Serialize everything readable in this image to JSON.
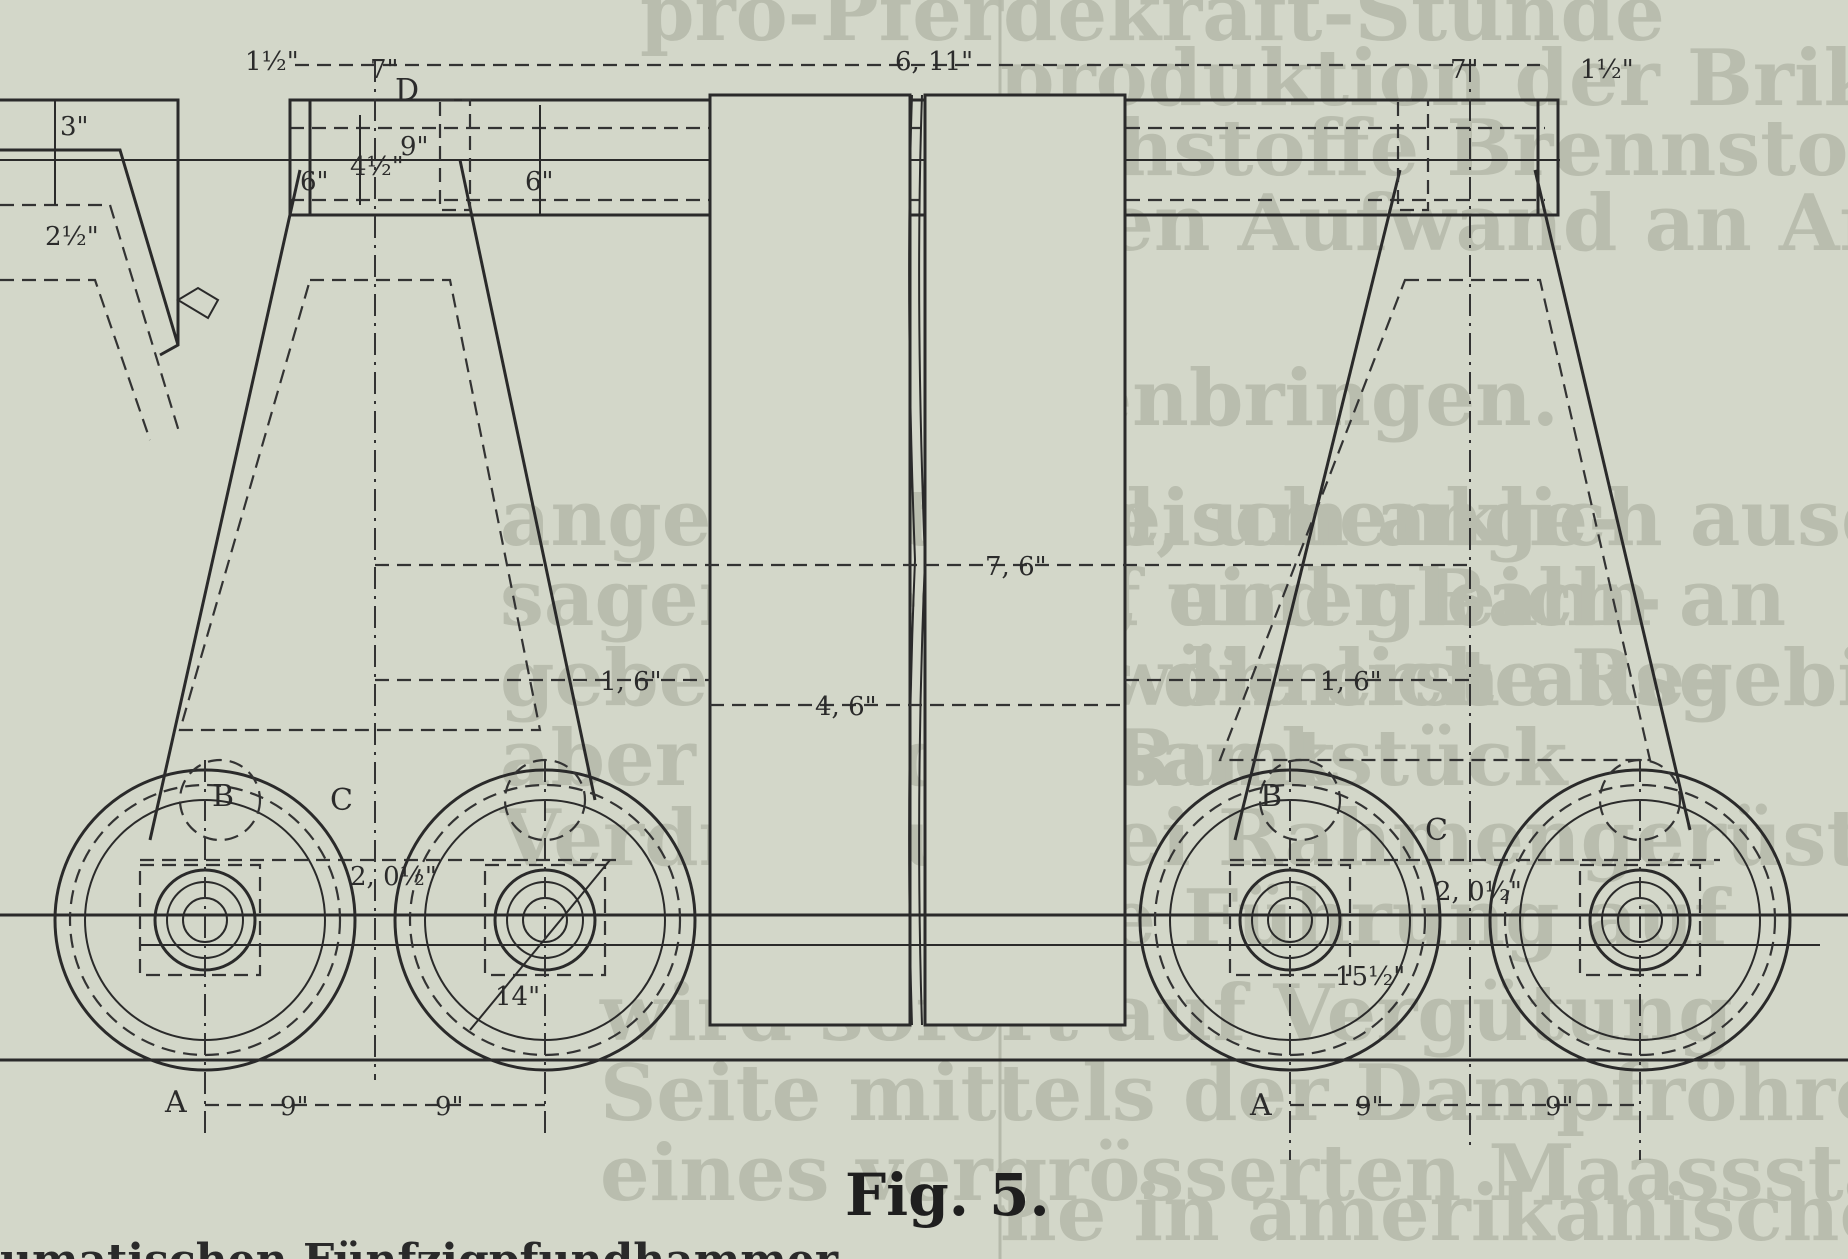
{
  "background_text": [
    "pro-Pferdekraft-Stunde",
    "produktion der Brikett-",
    "Rohstoffe Brennstoff und",
    "chen Aufwand an Ar-",
    "menbringen.",
    "zweischenklich ausge",
    "auf einer Bahn an",
    "gewöhnlich ausgebildeten",
    "Gesamtstück",
    "zwei Rahmengerüsten",
    "ehe Führung auf",
    "he in amerikanischen",
    "angestellt wird, um ange-",
    "sagen fliessen, und gleich-",
    "geben, so dass die erste Re-",
    "aber mit dem Ruck",
    "Verdrängung",
    "wird sofort auf Vergütung",
    "Seite mittels der Dampfröhre",
    "eines vergrösserten Maassstabes"
  ],
  "labels": {
    "D": "D",
    "B_left": "B",
    "C_left": "C",
    "B_right": "B",
    "C_right": "C",
    "A_left": "A",
    "A_right": "A"
  },
  "dimensions": {
    "top_left_1": "1½\"",
    "top_left_7": "7\"",
    "top_center": "6, 11\"",
    "top_right_7": "7\"",
    "top_right_1": "1½\"",
    "d_9": "9\"",
    "d_6": "6\"",
    "d_6b": "6\"",
    "d_4": "4½\"",
    "d_3": "3\"",
    "d_2": "2½\"",
    "center_76": "7, 6\"",
    "left_16": "1, 6\"",
    "center_46": "4, 6\"",
    "right_16": "1, 6\"",
    "wheel_left_20": "2, 0½\"",
    "wheel_right_20": "2, 0½\"",
    "radius_14": "14\"",
    "radius_15": "15½\"",
    "bottom_left_9a": "9\"",
    "bottom_left_9b": "9\"",
    "bottom_right_9a": "9\"",
    "bottom_right_9b": "9\""
  },
  "caption": "Fig. 5.",
  "bottom_text": "umatischen Fünfzigpfundhammer"
}
